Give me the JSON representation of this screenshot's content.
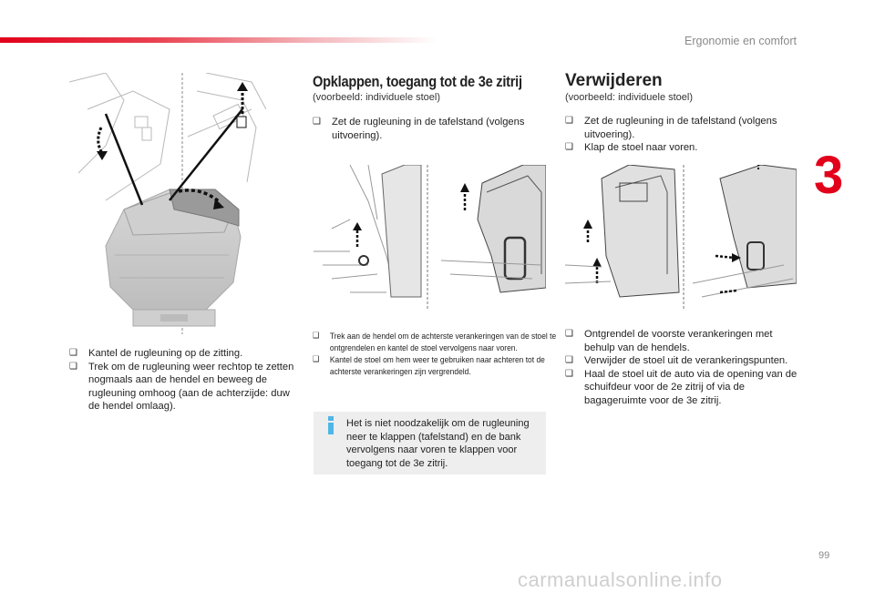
{
  "header": {
    "section_title": "Ergonomie en comfort",
    "chapter_number": "3",
    "page_number": "99"
  },
  "colors": {
    "accent": "#e2001a",
    "note_bg": "#eeeeee",
    "info_icon": "#4fb6e6"
  },
  "left_column": {
    "bullets": [
      "Kantel de rugleuning op de zitting.",
      "Trek om de rugleuning weer rechtop te zetten nogmaals aan de hendel en beweeg de rugleuning omhoog (aan de achterzijde: duw de hendel omlaag)."
    ]
  },
  "middle_column": {
    "title": "Opklappen, toegang tot de 3e zitrij",
    "subtitle": "(voorbeeld: individuele stoel)",
    "bullets": [
      "Zet de rugleuning in de tafelstand (volgens uitvoering)."
    ],
    "caption_bullets": [
      "Trek aan de hendel om de achterste verankeringen van de stoel te ontgrendelen en kantel de stoel vervolgens naar voren.",
      "Kantel de stoel om hem weer te gebruiken naar achteren tot de achterste verankeringen zijn vergrendeld."
    ],
    "note": "Het is niet noodzakelijk om de rugleuning neer te klappen (tafelstand) en de bank vervolgens naar voren te klappen voor toegang tot de 3e zitrij."
  },
  "right_column": {
    "title": "Verwijderen",
    "subtitle": "(voorbeeld: individuele stoel)",
    "bullets_top": [
      "Zet de rugleuning in de tafelstand (volgens uitvoering).",
      "Klap de stoel naar voren."
    ],
    "bullets_bottom": [
      "Ontgrendel de voorste verankeringen met behulp van de hendels.",
      "Verwijder de stoel uit de verankeringspunten.",
      "Haal de stoel uit de auto via de opening van de schuifdeur voor de 2e zitrij of via de bagageruimte voor de 3e zitrij."
    ]
  },
  "bullet_glyph": "❑",
  "watermark": "carmanualsonline.info"
}
